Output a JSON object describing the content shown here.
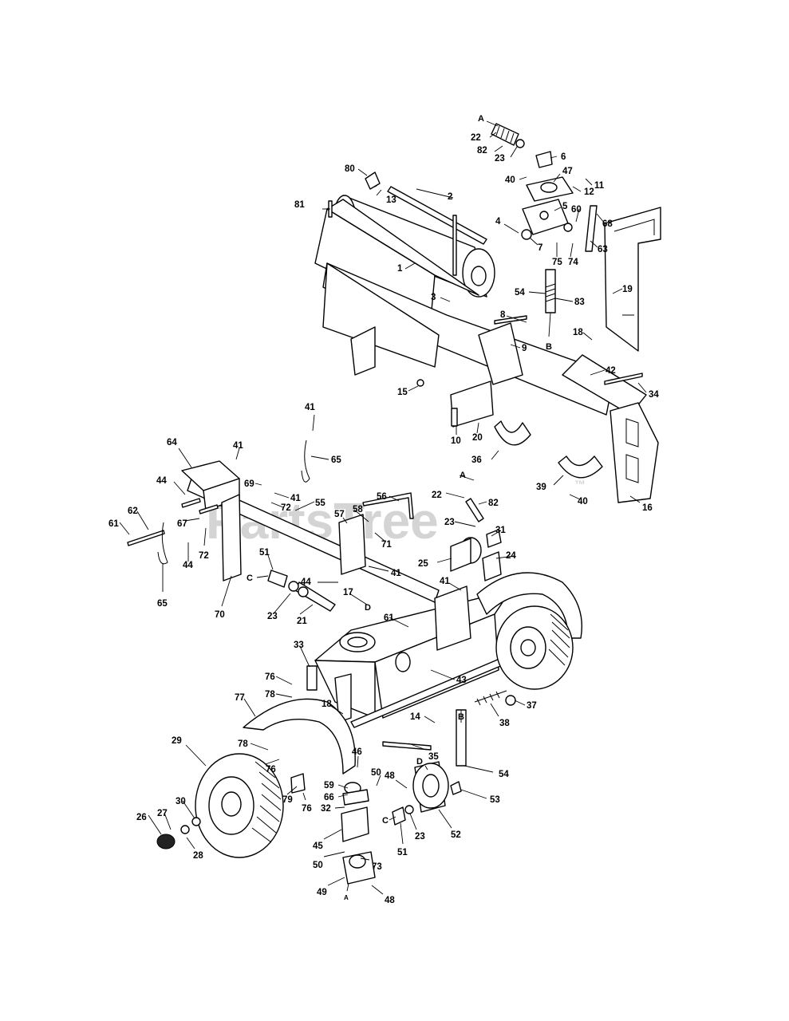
{
  "diagram": {
    "watermark": "PartsTree",
    "watermark_mark": "™",
    "callouts": [
      {
        "id": "c-a-top",
        "text": "A"
      },
      {
        "id": "c-22-top",
        "text": "22"
      },
      {
        "id": "c-82-top",
        "text": "82"
      },
      {
        "id": "c-23-top",
        "text": "23"
      },
      {
        "id": "c-6",
        "text": "6"
      },
      {
        "id": "c-80",
        "text": "80"
      },
      {
        "id": "c-13",
        "text": "13"
      },
      {
        "id": "c-40-top",
        "text": "40"
      },
      {
        "id": "c-47",
        "text": "47"
      },
      {
        "id": "c-11",
        "text": "11"
      },
      {
        "id": "c-12",
        "text": "12"
      },
      {
        "id": "c-2",
        "text": "2"
      },
      {
        "id": "c-81",
        "text": "81"
      },
      {
        "id": "c-5",
        "text": "5"
      },
      {
        "id": "c-60",
        "text": "60"
      },
      {
        "id": "c-68",
        "text": "68"
      },
      {
        "id": "c-4",
        "text": "4"
      },
      {
        "id": "c-7",
        "text": "7"
      },
      {
        "id": "c-75",
        "text": "75"
      },
      {
        "id": "c-74",
        "text": "74"
      },
      {
        "id": "c-63",
        "text": "63"
      },
      {
        "id": "c-1",
        "text": "1"
      },
      {
        "id": "c-54-top",
        "text": "54"
      },
      {
        "id": "c-83",
        "text": "83"
      },
      {
        "id": "c-3",
        "text": "3"
      },
      {
        "id": "c-19",
        "text": "19"
      },
      {
        "id": "c-8",
        "text": "8"
      },
      {
        "id": "c-18-top",
        "text": "18"
      },
      {
        "id": "c-b-top",
        "text": "B"
      },
      {
        "id": "c-9",
        "text": "9"
      },
      {
        "id": "c-42",
        "text": "42"
      },
      {
        "id": "c-15",
        "text": "15"
      },
      {
        "id": "c-34",
        "text": "34"
      },
      {
        "id": "c-10",
        "text": "10"
      },
      {
        "id": "c-20",
        "text": "20"
      },
      {
        "id": "c-41-a",
        "text": "41"
      },
      {
        "id": "c-36",
        "text": "36"
      },
      {
        "id": "c-41-b",
        "text": "41"
      },
      {
        "id": "c-64",
        "text": "64"
      },
      {
        "id": "c-65-top",
        "text": "65"
      },
      {
        "id": "c-39",
        "text": "39"
      },
      {
        "id": "c-40-right",
        "text": "40"
      },
      {
        "id": "c-16",
        "text": "16"
      },
      {
        "id": "c-69",
        "text": "69"
      },
      {
        "id": "c-44-a",
        "text": "44"
      },
      {
        "id": "c-41-c",
        "text": "41"
      },
      {
        "id": "c-72-a",
        "text": "72"
      },
      {
        "id": "c-55",
        "text": "55"
      },
      {
        "id": "c-56",
        "text": "56"
      },
      {
        "id": "c-a-mid",
        "text": "A"
      },
      {
        "id": "c-22-mid",
        "text": "22"
      },
      {
        "id": "c-82-mid",
        "text": "82"
      },
      {
        "id": "c-62",
        "text": "62"
      },
      {
        "id": "c-61-left",
        "text": "61"
      },
      {
        "id": "c-57",
        "text": "57"
      },
      {
        "id": "c-58",
        "text": "58"
      },
      {
        "id": "c-67",
        "text": "67"
      },
      {
        "id": "c-72-b",
        "text": "72"
      },
      {
        "id": "c-71",
        "text": "71"
      },
      {
        "id": "c-23-mid",
        "text": "23"
      },
      {
        "id": "c-31",
        "text": "31"
      },
      {
        "id": "c-44-b",
        "text": "44"
      },
      {
        "id": "c-51-top",
        "text": "51"
      },
      {
        "id": "c-25",
        "text": "25"
      },
      {
        "id": "c-24",
        "text": "24"
      },
      {
        "id": "c-65-bottom",
        "text": "65"
      },
      {
        "id": "c-c-left",
        "text": "C"
      },
      {
        "id": "c-41-d",
        "text": "41"
      },
      {
        "id": "c-44-c",
        "text": "44"
      },
      {
        "id": "c-41-e",
        "text": "41"
      },
      {
        "id": "c-17",
        "text": "17"
      },
      {
        "id": "c-d-top",
        "text": "D"
      },
      {
        "id": "c-23-left",
        "text": "23"
      },
      {
        "id": "c-21",
        "text": "21"
      },
      {
        "id": "c-70",
        "text": "70"
      },
      {
        "id": "c-61-mid",
        "text": "61"
      },
      {
        "id": "c-33",
        "text": "33"
      },
      {
        "id": "c-43",
        "text": "43"
      },
      {
        "id": "c-76-a",
        "text": "76"
      },
      {
        "id": "c-78-a",
        "text": "78"
      },
      {
        "id": "c-37",
        "text": "37"
      },
      {
        "id": "c-77",
        "text": "77"
      },
      {
        "id": "c-18-mid",
        "text": "18"
      },
      {
        "id": "c-38",
        "text": "38"
      },
      {
        "id": "c-14",
        "text": "14"
      },
      {
        "id": "c-b-bottom",
        "text": "B"
      },
      {
        "id": "c-29",
        "text": "29"
      },
      {
        "id": "c-78-b",
        "text": "78"
      },
      {
        "id": "c-35",
        "text": "35"
      },
      {
        "id": "c-76-b",
        "text": "76"
      },
      {
        "id": "c-46",
        "text": "46"
      },
      {
        "id": "c-d-bottom",
        "text": "D"
      },
      {
        "id": "c-54-bottom",
        "text": "54"
      },
      {
        "id": "c-50-a",
        "text": "50"
      },
      {
        "id": "c-48-a",
        "text": "48"
      },
      {
        "id": "c-59",
        "text": "59"
      },
      {
        "id": "c-53",
        "text": "53"
      },
      {
        "id": "c-79",
        "text": "79"
      },
      {
        "id": "c-66",
        "text": "66"
      },
      {
        "id": "c-30",
        "text": "30"
      },
      {
        "id": "c-76-c",
        "text": "76"
      },
      {
        "id": "c-32",
        "text": "32"
      },
      {
        "id": "c-26",
        "text": "26"
      },
      {
        "id": "c-27",
        "text": "27"
      },
      {
        "id": "c-c-bottom",
        "text": "C"
      },
      {
        "id": "c-23-bottom",
        "text": "23"
      },
      {
        "id": "c-52",
        "text": "52"
      },
      {
        "id": "c-28",
        "text": "28"
      },
      {
        "id": "c-45",
        "text": "45"
      },
      {
        "id": "c-51-bottom",
        "text": "51"
      },
      {
        "id": "c-50-b",
        "text": "50"
      },
      {
        "id": "c-73",
        "text": "73"
      },
      {
        "id": "c-49",
        "text": "49"
      },
      {
        "id": "c-a-bottom",
        "text": "A"
      },
      {
        "id": "c-48-b",
        "text": "48"
      }
    ]
  }
}
